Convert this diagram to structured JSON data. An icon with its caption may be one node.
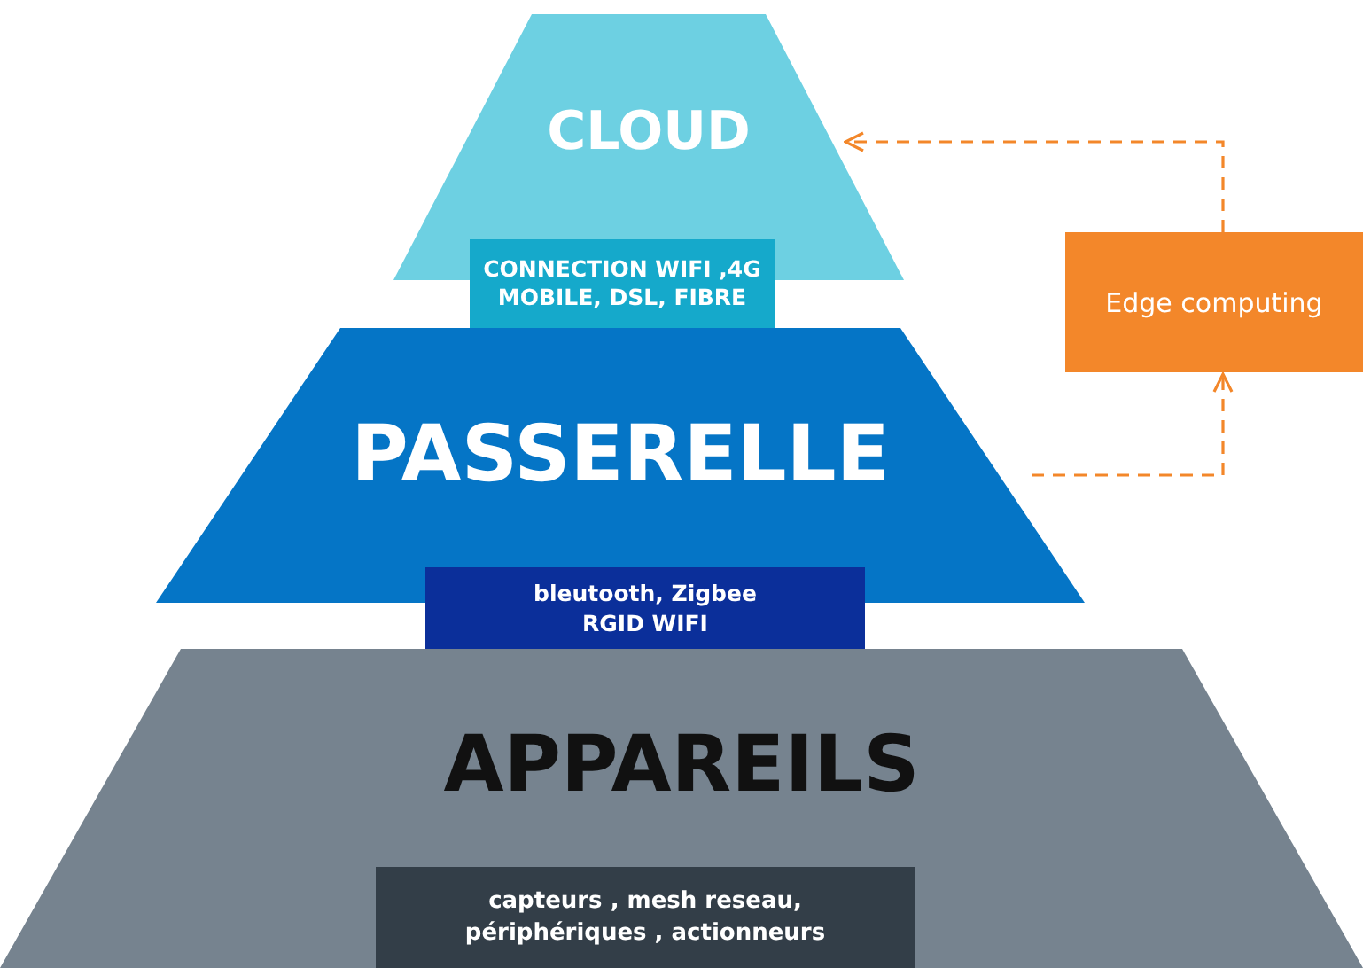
{
  "diagram": {
    "nodes": [
      {
        "text": [
          "CLOUD"
        ]
      },
      {
        "text": [
          "CONNECTION WIFI ,4G MOBILE, DSL, FIBRE"
        ]
      },
      {
        "text": [
          "PASSERELLE"
        ]
      },
      {
        "text": [
          "bleutooth, Zigbee RGID WIFI"
        ]
      },
      {
        "text": [
          "APPAREILS"
        ]
      },
      {
        "text": [
          "capteurs , mesh reseau, périphériques , actionneurs"
        ],
        "in": 4
      },
      {
        "text": [
          "Edge computing"
        ]
      }
    ],
    "edges": [
      {
        "from": 2,
        "to": 6,
        "arrow": "to",
        "style": "dashed"
      },
      {
        "from": 6,
        "to": 0,
        "arrow": "to",
        "style": "dashed"
      }
    ]
  }
}
